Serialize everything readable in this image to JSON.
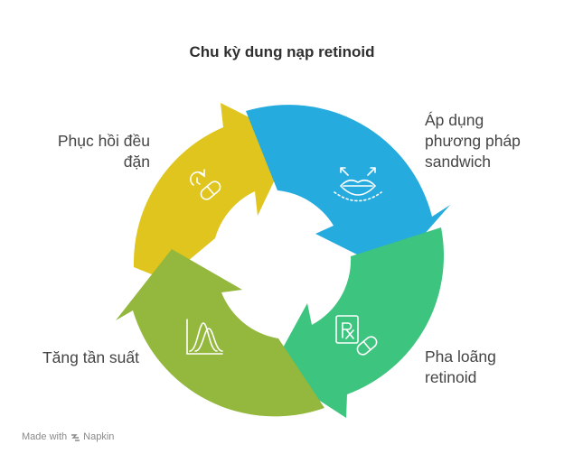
{
  "title": "Chu kỳ dung nạp retinoid",
  "steps": [
    {
      "lines": [
        "Phục hồi đều",
        "đặn"
      ],
      "color": "#dfc51d",
      "icon": "clock-pill-icon"
    },
    {
      "lines": [
        "Áp dụng",
        "phương pháp",
        "sandwich"
      ],
      "color": "#25abdd",
      "icon": "lips-icon"
    },
    {
      "lines": [
        "Pha loãng",
        "retinoid"
      ],
      "color": "#3dc47e",
      "icon": "prescription-icon"
    },
    {
      "lines": [
        "Tăng tần suất"
      ],
      "color": "#93b83d",
      "icon": "bell-curve-chart-icon"
    }
  ],
  "footer": {
    "made_with": "Made with",
    "brand": "Napkin"
  }
}
